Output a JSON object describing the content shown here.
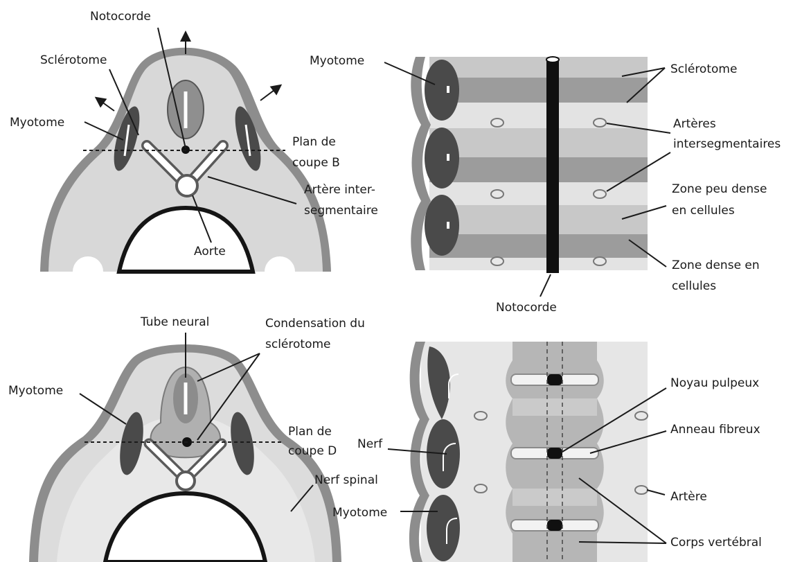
{
  "labels": {
    "a_notocorde": "Notocorde",
    "a_sclerotome": "Sclérotome",
    "a_myotome": "Myotome",
    "a_plan_b_1": "Plan de",
    "a_plan_b_2": "coupe B",
    "a_artere_1": "Artère inter-",
    "a_artere_2": "segmentaire",
    "a_aorte": "Aorte",
    "b_myotome": "Myotome",
    "b_sclerotome": "Sclérotome",
    "b_arteres_1": "Artères",
    "b_arteres_2": "intersegmentaires",
    "b_zone_peu_1": "Zone peu dense",
    "b_zone_peu_2": "en cellules",
    "b_zone_dense_1": "Zone dense en",
    "b_zone_dense_2": "cellules",
    "b_notocorde": "Notocorde",
    "c_tube_neural": "Tube neural",
    "c_condensation_1": "Condensation du",
    "c_condensation_2": "sclérotome",
    "c_myotome": "Myotome",
    "c_plan_d_1": "Plan de",
    "c_plan_d_2": "coupe D",
    "c_nerf_spinal": "Nerf spinal",
    "d_nerf": "Nerf",
    "d_myotome": "Myotome",
    "d_noyau": "Noyau pulpeux",
    "d_anneau": "Anneau fibreux",
    "d_artere": "Artère",
    "d_corps": "Corps vertébral"
  },
  "colors": {
    "background": "#ffffff",
    "ectoderm": "#8d8d8d",
    "mesenchyme": "#d8d8d8",
    "light_mesenchyme": "#e6e6e6",
    "myotome": "#4a4a4a",
    "sclerotome_dense": "#9a9a9a",
    "sclerotome_light": "#c6c6c6",
    "notochord": "#101010",
    "line": "#1a1a1a"
  }
}
